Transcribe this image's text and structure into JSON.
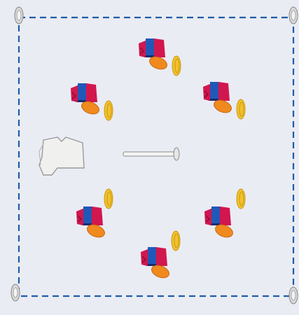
{
  "diagram": {
    "background": "#eaecf4",
    "boundary": {
      "style": "dashed",
      "color": "#1f5ca8"
    },
    "cones": {
      "color": "#d8d8d8",
      "count": 4
    },
    "coach": {
      "icon": "white-shirt-icon",
      "color": "#f0f0ee",
      "outline": "#9a9a9a"
    },
    "pass_arrow": {
      "icon": "pass-line-icon",
      "color": "#f4f4f4"
    },
    "player_colors": {
      "shirt_red": "#d2164e",
      "shirt_blue": "#2158b8",
      "shorts_navy": "#1a2a6a",
      "ball": "#f08a1e",
      "tackle_pad": "#f2c12e"
    },
    "players": [
      {
        "id": "player-top",
        "pad_side": "right"
      },
      {
        "id": "player-upper-left",
        "pad_side": "right"
      },
      {
        "id": "player-upper-right",
        "pad_side": "right"
      },
      {
        "id": "player-lower-left",
        "pad_side": "upper-right"
      },
      {
        "id": "player-lower-right",
        "pad_side": "upper-right"
      },
      {
        "id": "player-bottom",
        "pad_side": "upper-right"
      }
    ]
  }
}
